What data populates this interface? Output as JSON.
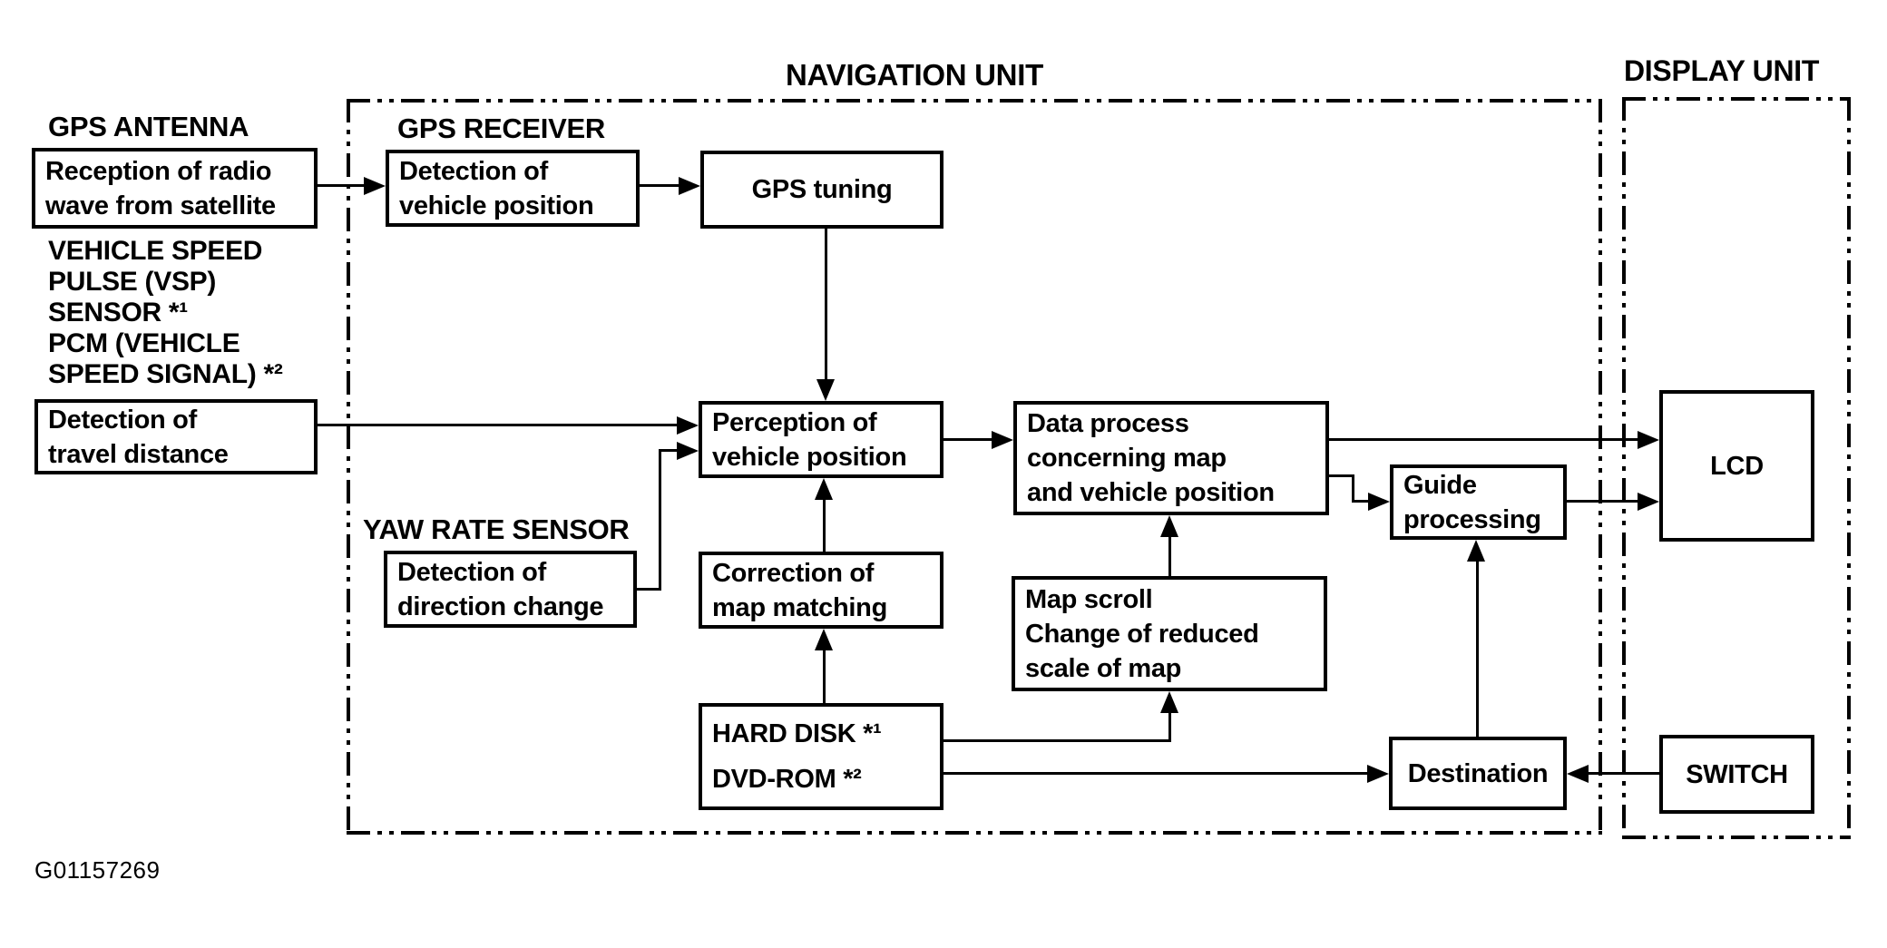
{
  "titles": {
    "navigation_unit": "NAVIGATION UNIT",
    "display_unit": "DISPLAY UNIT"
  },
  "labels": {
    "gps_antenna": "GPS ANTENNA",
    "gps_receiver": "GPS RECEIVER",
    "yaw_rate_sensor": "YAW RATE SENSOR",
    "speed_sensor": {
      "line1": "VEHICLE SPEED",
      "line2": "PULSE (VSP)",
      "line3": "SENSOR *¹",
      "line4": "PCM (VEHICLE",
      "line5": "SPEED SIGNAL) *²"
    },
    "figure_id": "G01157269"
  },
  "boxes": {
    "reception": {
      "line1": "Reception of radio",
      "line2": "wave from satellite"
    },
    "gps_detection": {
      "line1": "Detection of",
      "line2": "vehicle position"
    },
    "gps_tuning": {
      "label": "GPS tuning"
    },
    "travel": {
      "line1": "Detection of",
      "line2": "travel distance"
    },
    "direction": {
      "line1": "Detection of",
      "line2": "direction change"
    },
    "perception": {
      "line1": "Perception of",
      "line2": "vehicle position"
    },
    "correction": {
      "line1": "Correction of",
      "line2": "map matching"
    },
    "data_process": {
      "line1": "Data process",
      "line2": "concerning map",
      "line3": "and vehicle position"
    },
    "map_scroll": {
      "line1": "Map scroll",
      "line2": "Change of reduced",
      "line3": "scale of map"
    },
    "guide": {
      "line1": "Guide",
      "line2": "processing"
    },
    "hard_disk": {
      "line1": "HARD DISK *¹",
      "line2": "DVD-ROM *²"
    },
    "destination": {
      "label": "Destination"
    },
    "lcd": {
      "label": "LCD"
    },
    "switch": {
      "label": "SWITCH"
    }
  },
  "colors": {
    "ink": "#000000",
    "background": "#ffffff"
  }
}
